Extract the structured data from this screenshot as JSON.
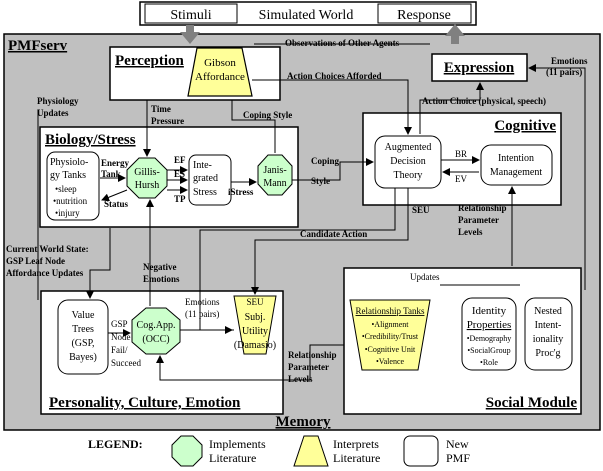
{
  "top": {
    "stimuli": "Stimuli",
    "world": "Simulated World",
    "response": "Response"
  },
  "pmfserv_label": "PMFserv",
  "perception": {
    "title": "Perception",
    "gibson_line1": "Gibson",
    "gibson_line2": "Affordance"
  },
  "expression": {
    "title": "Expression"
  },
  "biology": {
    "title": "Biology/Stress",
    "phys_line1": "Physiolo-",
    "phys_line2": "gy Tanks",
    "phys_b1": "•sleep",
    "phys_b2": "•nutrition",
    "phys_b3": "•injury",
    "gillis_line1": "Gillis-",
    "gillis_line2": "Hursh",
    "integrated_line1": "Inte-",
    "integrated_line2": "grated",
    "integrated_line3": "Stress",
    "janis_line1": "Janis-",
    "janis_line2": "Mann"
  },
  "cognitive": {
    "title": "Cognitive",
    "adt_line1": "Augmented",
    "adt_line2": "Decision",
    "adt_line3": "Theory",
    "im_line1": "Intention",
    "im_line2": "Management",
    "br": "BR",
    "ev": "EV"
  },
  "personality": {
    "title": "Personality, Culture, Emotion",
    "vt_line1": "Value",
    "vt_line2": "Trees",
    "vt_line3": "(GSP,",
    "vt_line4": "Bayes)",
    "cog_line1": "Cog.App.",
    "cog_line2": "(OCC)",
    "subj_line1": "Subj.",
    "subj_line2": "Utility",
    "subj_line3": "(Damasio)",
    "gsp_line1": "GSP",
    "gsp_line2": "Node",
    "gsp_line3": "Fail/",
    "gsp_line4": "Succeed",
    "emo_line1": "Emotions",
    "emo_line2": "(11 pairs)",
    "seu": "SEU"
  },
  "social": {
    "title": "Social Module",
    "updates": "Updates",
    "rt_title": "Relationship Tanks",
    "rt_b1": "•Alignment",
    "rt_b2": "•Credibility/Trust",
    "rt_b3": "•Cognitive Unit",
    "rt_b4": "•Valence",
    "ip_line1": "Identity",
    "ip_line2": "Properties",
    "ip_b1": "•Demography",
    "ip_b2": "•SocialGroup",
    "ip_b3": "•Role",
    "ni_line1": "Nested",
    "ni_line2": "Intent-",
    "ni_line3": "ionality",
    "ni_line4": "Proc'g"
  },
  "memory_label": "Memory",
  "flows": {
    "observations": "Observations of Other Agents",
    "emotions_r1": "Emotions",
    "emotions_r2": "(11 pairs)",
    "action_afforded": "Action Choices Afforded",
    "physio_updates1": "Physiology",
    "physio_updates2": "Updates",
    "time1": "Time",
    "time2": "Pressure",
    "coping_style_top": "Coping Style",
    "action_choice": "Action Choice (physical, speech)",
    "energy1": "Energy",
    "energy2": "Tank",
    "status": "Status",
    "ef": "EF",
    "es": "ES",
    "tp": "TP",
    "istress": "iStress",
    "coping1": "Coping",
    "coping2": "Style",
    "seu_mid": "SEU",
    "rel_params1": "Relationship",
    "rel_params2": "Parameter",
    "rel_params3": "Levels",
    "candidate": "Candidate Action",
    "cws1": "Current World State:",
    "cws2": "GSP Leaf Node",
    "cws3": "Affordance Updates",
    "neg1": "Negative",
    "neg2": "Emotions",
    "rel_low1": "Relationship",
    "rel_low2": "Parameter",
    "rel_low3": "Levels"
  },
  "legend": {
    "title": "LEGEND:",
    "impl_line1": "Implements",
    "impl_line2": "Literature",
    "interp_line1": "Interprets",
    "interp_line2": "Literature",
    "new_line1": "New",
    "new_line2": "PMF"
  },
  "colors": {
    "background": "#c0c0c0",
    "octagon": "#ccffcc",
    "trapezoid": "#ffff99",
    "box": "#ffffff",
    "line": "#000000",
    "arrow_gray": "#808080"
  }
}
